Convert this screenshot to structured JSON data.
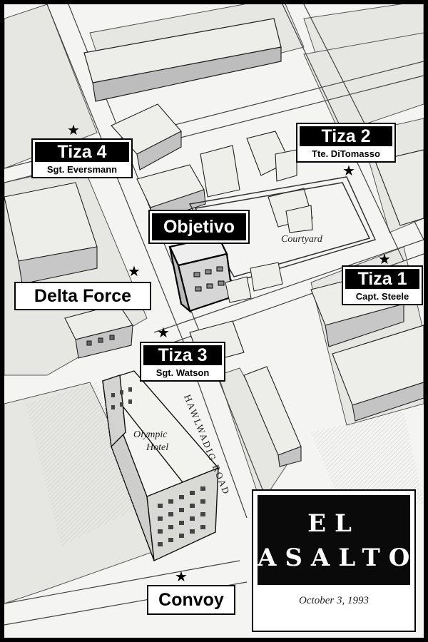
{
  "labels": {
    "tiza4": {
      "title": "Tiza 4",
      "subtitle": "Sgt. Eversmann"
    },
    "tiza2": {
      "title": "Tiza 2",
      "subtitle": "Tte. DiTomasso"
    },
    "tiza1": {
      "title": "Tiza 1",
      "subtitle": "Capt. Steele"
    },
    "tiza3": {
      "title": "Tiza 3",
      "subtitle": "Sgt. Watson"
    },
    "objetivo": "Objetivo",
    "delta_force": "Delta Force",
    "convoy": "Convoy"
  },
  "map_text": {
    "courtyard": "Courtyard",
    "hotel_line1": "Olympic",
    "hotel_line2": "Hotel",
    "road": "HAWLWADIG ROAD"
  },
  "title_panel": {
    "line1": "EL",
    "line2": "ASALTO",
    "date": "October 3, 1993"
  },
  "icons": {
    "star": "★"
  },
  "colors": {
    "frame": "#000000",
    "paper": "#f4f4f2",
    "ink": "#000000"
  }
}
